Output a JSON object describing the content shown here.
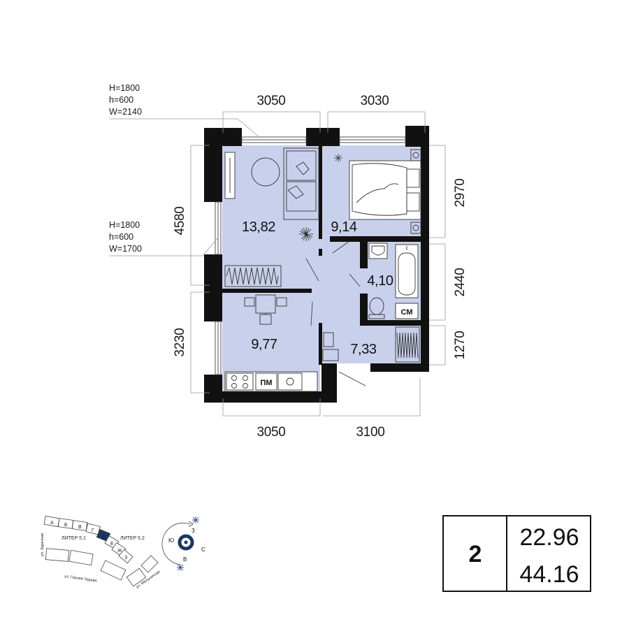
{
  "dimensions": {
    "top_left": "3050",
    "top_right": "3030",
    "bottom_left": "3050",
    "bottom_right": "3100",
    "left_top": "4580",
    "left_bottom": "3230",
    "right_top": "2970",
    "right_middle": "2440",
    "right_bottom": "1270"
  },
  "windows": {
    "top": {
      "H": "H=1800",
      "h": "h=600",
      "W": "W=2140"
    },
    "left": {
      "H": "H=1800",
      "h": "h=600",
      "W": "W=1700"
    }
  },
  "rooms": {
    "living": "13,82",
    "bedroom": "9,14",
    "bathroom": "4,10",
    "kitchen": "9,77",
    "hallway": "7,33"
  },
  "appliances": {
    "washing_machine": "СМ",
    "dishwasher": "ПМ"
  },
  "site_plan": {
    "sections": [
      "А",
      "Б",
      "В",
      "Г",
      "Д",
      "Е",
      "Ж",
      "З"
    ],
    "highlight_section": "Д",
    "liter_left": "ЛИТЕР 5.1",
    "liter_right": "ЛИТЕР 5.2",
    "street_left": "ул. Заречная",
    "street_bottom": "ул. Героев Чудова",
    "street_right": "ул. Мельничная"
  },
  "compass": {
    "north": "С",
    "south": "Ю",
    "east": "В",
    "west": "З"
  },
  "summary": {
    "rooms_count": "2",
    "living_area": "22.96",
    "total_area": "44.16"
  },
  "colors": {
    "room_fill": "#c9d0ec",
    "wall": "#111111",
    "highlight": "#1c3563"
  }
}
